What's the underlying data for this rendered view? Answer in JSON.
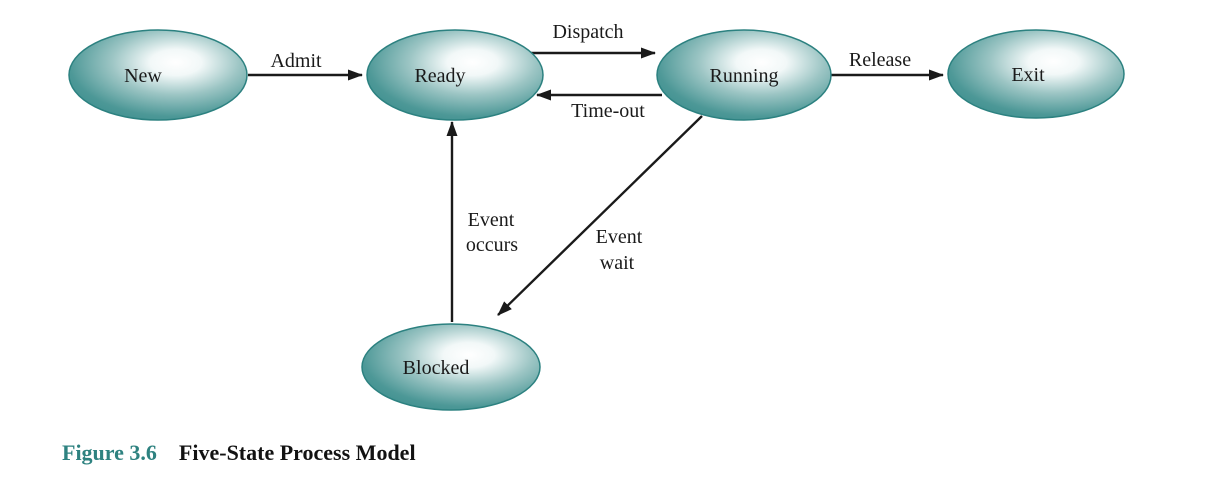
{
  "figure": {
    "states": {
      "new": "New",
      "ready": "Ready",
      "running": "Running",
      "exit": "Exit",
      "blocked": "Blocked"
    },
    "transitions": {
      "admit": "Admit",
      "dispatch": "Dispatch",
      "timeout": "Time-out",
      "release": "Release",
      "event_occurs_line1": "Event",
      "event_occurs_line2": "occurs",
      "event_wait_line1": "Event",
      "event_wait_line2": "wait"
    },
    "colors": {
      "state_fill": "#358a8a",
      "state_stroke": "#2c8180",
      "arrow": "#1a1a1a",
      "caption_accent": "#2e8280"
    }
  },
  "caption": {
    "figure_label": "Figure 3.6",
    "title": "Five-State Process Model"
  }
}
